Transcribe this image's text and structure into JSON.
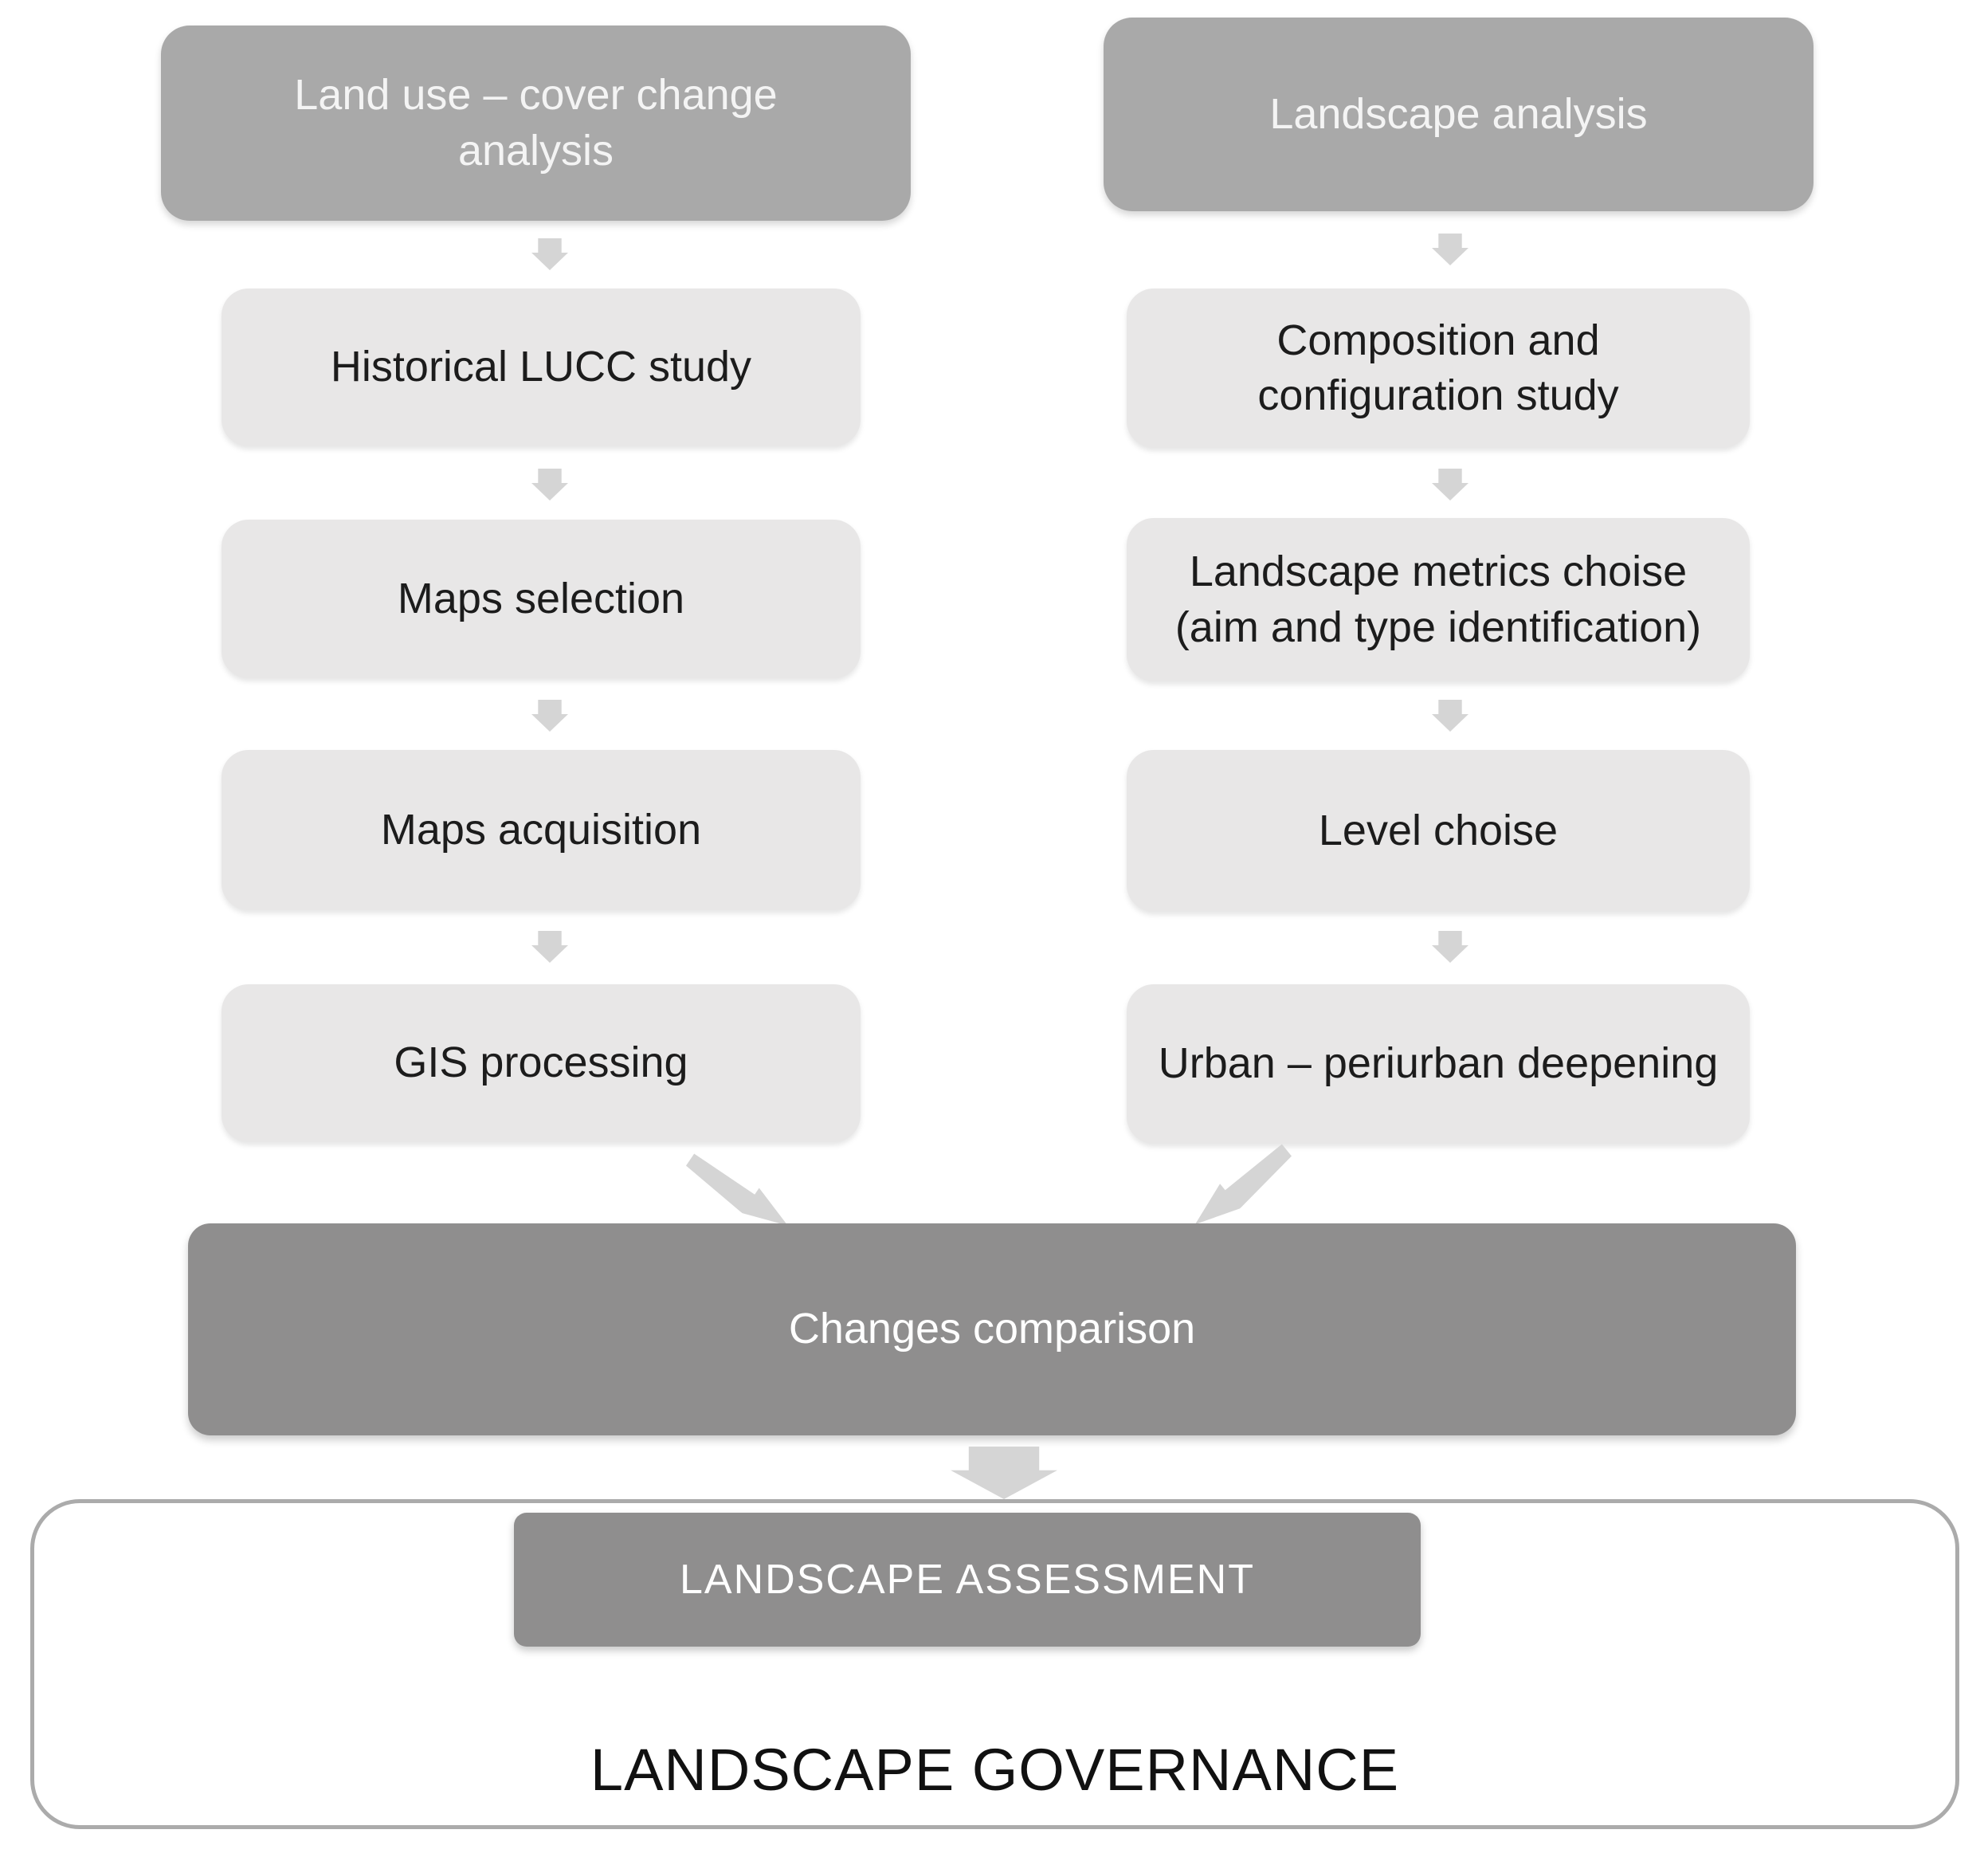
{
  "diagram": {
    "columns": [
      {
        "header": "Land use – cover change\nanalysis",
        "steps": [
          "Historical LUCC study",
          "Maps selection",
          "Maps acquisition",
          "GIS processing"
        ]
      },
      {
        "header": "Landscape analysis",
        "steps": [
          "Composition and\nconfiguration study",
          "Landscape metrics choise\n(aim and type identification)",
          "Level choise",
          "Urban – periurban deepening"
        ]
      }
    ],
    "merge": {
      "label": "Changes comparison"
    },
    "assessment": {
      "label": "LANDSCAPE ASSESSMENT"
    },
    "governance": {
      "label": "LANDSCAPE GOVERNANCE"
    },
    "colors": {
      "header_fill": "#a9a9a9",
      "header_text": "#f4f4f4",
      "step_fill": "#e8e7e7",
      "step_text": "#1c1c1c",
      "merge_fill": "#8f8e8e",
      "merge_text": "#ffffff",
      "arrow_fill": "#d5d5d5",
      "governance_border": "#ababab",
      "governance_text": "#111111"
    }
  }
}
